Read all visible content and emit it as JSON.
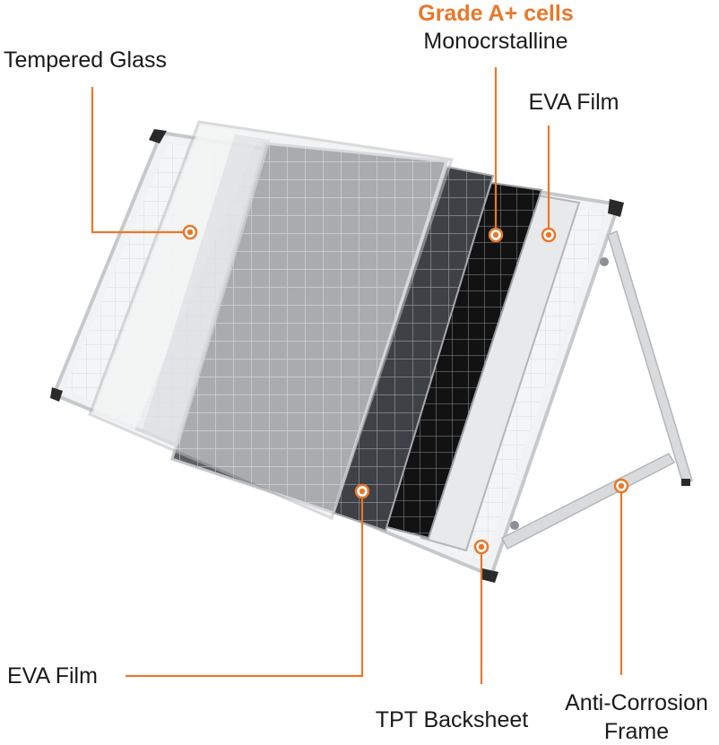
{
  "labels": {
    "tempered_glass": "Tempered Glass",
    "grade": "Grade A+ cells",
    "monocrystalline": "Monocrstalline",
    "eva_film_top": "EVA Film",
    "eva_film_bottom": "EVA Film",
    "tpt_backsheet": "TPT Backsheet",
    "anti_corrosion_line1": "Anti-Corrosion",
    "anti_corrosion_line2": "Frame"
  },
  "colors": {
    "accent": "#e8782a",
    "leader": "#e8782a",
    "frame": "#c9cccf",
    "cell_dark": "#3c3e42",
    "cell_black": "#141414"
  }
}
